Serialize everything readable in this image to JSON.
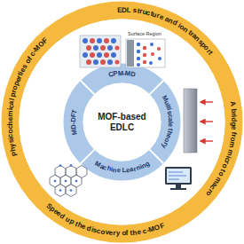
{
  "diagram": {
    "nodes": [
      {
        "text": [
          "MOF-based EDLC"
        ]
      },
      {
        "text": [
          "CPM-MD"
        ]
      },
      {
        "text": [
          "Multiscale theory"
        ]
      },
      {
        "text": [
          "Machine Learning"
        ]
      },
      {
        "text": [
          "MD-DFT"
        ]
      },
      {
        "text": [
          "EDL structure and ion transport"
        ]
      },
      {
        "text": [
          "A bridge from micro to macro"
        ]
      },
      {
        "text": [
          "Speed up the discovery of the c-MOF"
        ]
      },
      {
        "text": [
          "Physicochemical properties of c-MOF"
        ]
      }
    ],
    "labels": [
      "Surface Region"
    ]
  }
}
